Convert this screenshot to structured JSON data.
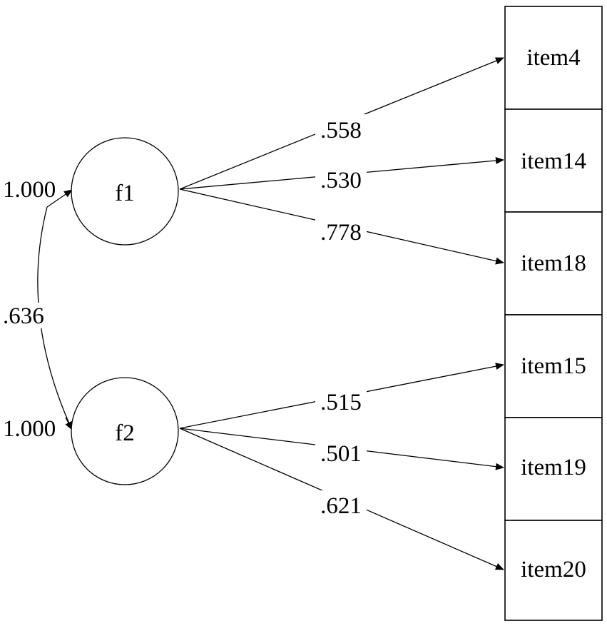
{
  "factors": [
    {
      "id": "f1",
      "label": "f1",
      "variance": "1.000"
    },
    {
      "id": "f2",
      "label": "f2",
      "variance": "1.000"
    }
  ],
  "correlation": {
    "label": ".636"
  },
  "items": [
    {
      "label": "item4"
    },
    {
      "label": "item14"
    },
    {
      "label": "item18"
    },
    {
      "label": "item15"
    },
    {
      "label": "item19"
    },
    {
      "label": "item20"
    }
  ],
  "loadings": [
    {
      "label": ".558"
    },
    {
      "label": ".530"
    },
    {
      "label": ".778"
    },
    {
      "label": ".515"
    },
    {
      "label": ".501"
    },
    {
      "label": ".621"
    }
  ]
}
